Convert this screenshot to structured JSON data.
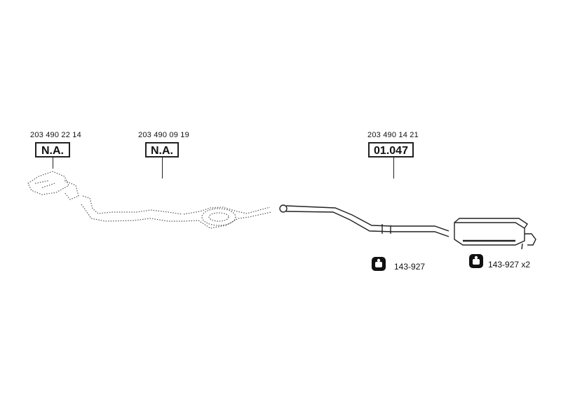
{
  "parts": [
    {
      "oem": "203 490 22 14",
      "code": "N.A."
    },
    {
      "oem": "203 490 09 19",
      "code": "N.A."
    },
    {
      "oem": "203 490 14 21",
      "code": "01.047"
    }
  ],
  "hangers": [
    {
      "label": "143-927"
    },
    {
      "label": "143-927 x2"
    }
  ]
}
